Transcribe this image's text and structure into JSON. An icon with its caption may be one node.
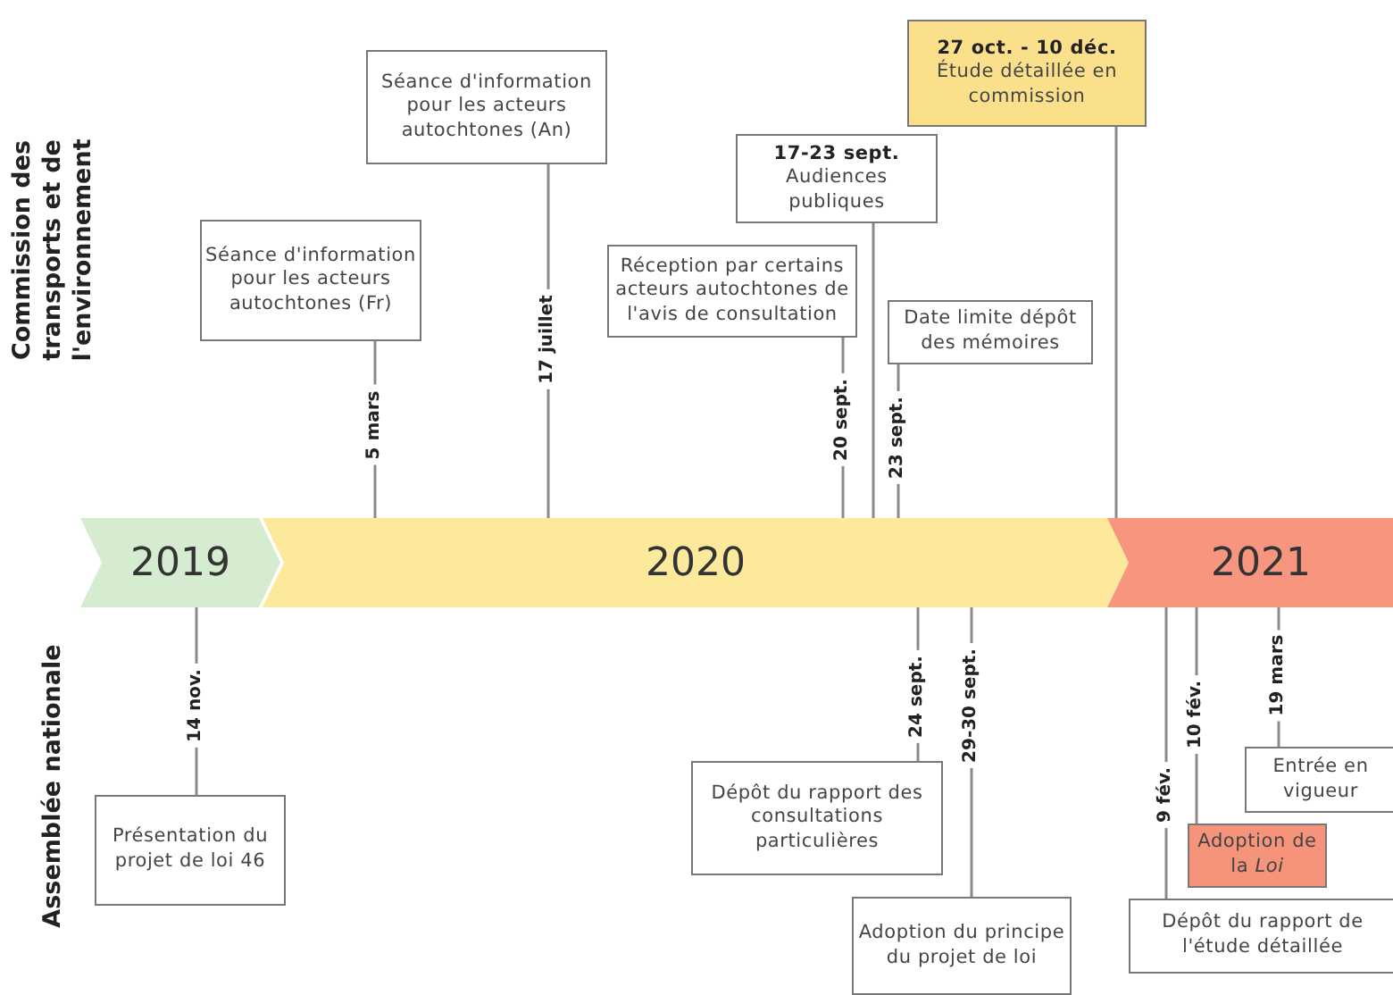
{
  "diagram": {
    "nodes": [
      {
        "text": [
          "Séance d'information pour les acteurs autochtones (Fr)"
        ]
      },
      {
        "text": [
          "Séance d'information pour les acteurs autochtones (An)"
        ]
      },
      {
        "text": [
          "Réception par certains acteurs autochtones de l'avis de consultation"
        ]
      },
      {
        "text": [
          "17-23 sept.",
          "Audiences publiques"
        ]
      },
      {
        "text": [
          "Date limite dépôt des mémoires"
        ]
      },
      {
        "text": [
          "27 oct. - 10 déc.",
          "Étude détaillée en commission"
        ]
      },
      {
        "text": [
          "2019"
        ]
      },
      {
        "text": [
          "2020"
        ]
      },
      {
        "text": [
          "2021"
        ]
      },
      {
        "text": [
          "Présentation du projet de loi 46"
        ]
      },
      {
        "text": [
          "Dépôt du rapport des consultations particulières"
        ]
      },
      {
        "text": [
          "Adoption du principe du projet de loi"
        ]
      },
      {
        "text": [
          "Dépôt du rapport de l'étude détaillée"
        ]
      },
      {
        "text": [
          "Adoption de la *Loi*"
        ]
      },
      {
        "text": [
          "Entrée en vigueur"
        ]
      }
    ],
    "edges": [
      {
        "from": 0,
        "to": 7,
        "arrow": "none",
        "label": "5 mars"
      },
      {
        "from": 1,
        "to": 7,
        "arrow": "none",
        "label": "17 juillet"
      },
      {
        "from": 2,
        "to": 7,
        "arrow": "none",
        "label": "20 sept."
      },
      {
        "from": 3,
        "to": 7,
        "arrow": "none"
      },
      {
        "from": 4,
        "to": 7,
        "arrow": "none",
        "label": "23 sept."
      },
      {
        "from": 5,
        "to": 7,
        "arrow": "none"
      },
      {
        "from": 6,
        "to": 9,
        "arrow": "none",
        "label": "14 nov."
      },
      {
        "from": 7,
        "to": 10,
        "arrow": "none",
        "label": "24 sept."
      },
      {
        "from": 7,
        "to": 11,
        "arrow": "none",
        "label": "29-30 sept."
      },
      {
        "from": 8,
        "to": 12,
        "arrow": "none",
        "label": "9 fév."
      },
      {
        "from": 8,
        "to": 13,
        "arrow": "none",
        "label": "10 fév."
      },
      {
        "from": 8,
        "to": 14,
        "arrow": "none",
        "label": "19 mars"
      }
    ],
    "labels": [
      "Commission des transports et de l'environnement",
      "Assemblée nationale"
    ]
  }
}
